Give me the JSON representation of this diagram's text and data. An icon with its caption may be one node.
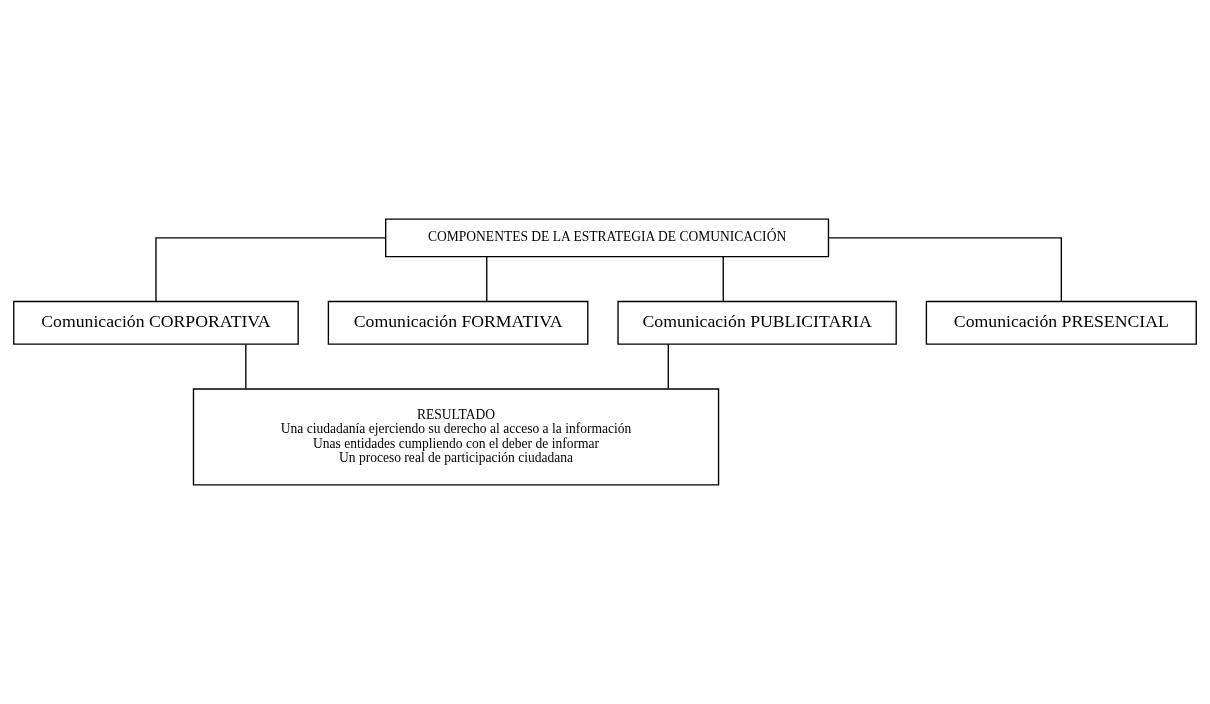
{
  "diagram": {
    "nodes": [
      {
        "text": [
          "COMPONENTES DE LA ESTRATEGIA DE COMUNICACIÓN"
        ]
      },
      {
        "text": [
          "Comunicación CORPORATIVA"
        ]
      },
      {
        "text": [
          "Comunicación FORMATIVA"
        ]
      },
      {
        "text": [
          "Comunicación PUBLICITARIA"
        ]
      },
      {
        "text": [
          "Comunicación PRESENCIAL"
        ]
      },
      {
        "text": [
          "RESULTADO",
          "Una ciudadanía ejerciendo su derecho al acceso a la información",
          "Unas entidades cumpliendo con el deber de informar",
          "Un proceso real de participación ciudadana"
        ]
      }
    ],
    "edges": [
      {
        "from": 0,
        "to": 1,
        "arrow": "none"
      },
      {
        "from": 0,
        "to": 2,
        "arrow": "none"
      },
      {
        "from": 0,
        "to": 3,
        "arrow": "none"
      },
      {
        "from": 0,
        "to": 4,
        "arrow": "none"
      },
      {
        "from": 1,
        "to": 5,
        "arrow": "none"
      },
      {
        "from": 3,
        "to": 5,
        "arrow": "none"
      }
    ]
  }
}
